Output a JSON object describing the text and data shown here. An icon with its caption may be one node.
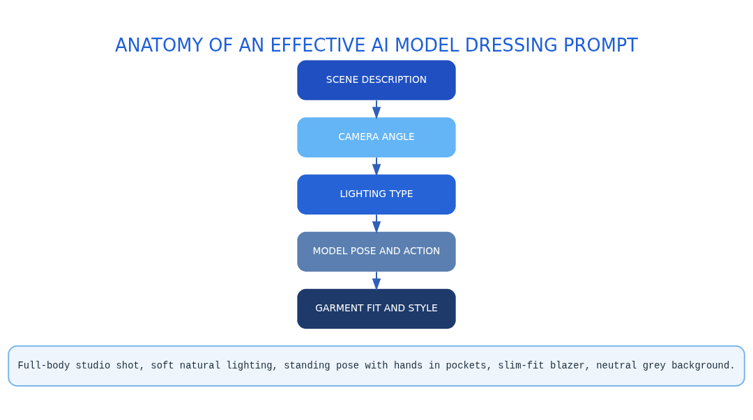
{
  "diagram": {
    "title": "ANATOMY OF AN EFFECTIVE AI MODEL DRESSING PROMPT",
    "nodes": [
      {
        "text": [
          "SCENE DESCRIPTION"
        ]
      },
      {
        "text": [
          "CAMERA ANGLE"
        ]
      },
      {
        "text": [
          "LIGHTING TYPE"
        ]
      },
      {
        "text": [
          "MODEL POSE AND ACTION"
        ]
      },
      {
        "text": [
          "GARMENT FIT AND STYLE"
        ]
      },
      {
        "text": [
          "Full-body studio shot, soft natural lighting, standing pose with hands in pockets, slim-fit blazer, neutral grey background."
        ]
      }
    ],
    "edges": [
      {
        "from": 0,
        "to": 1,
        "arrow": "to"
      },
      {
        "from": 1,
        "to": 2,
        "arrow": "to"
      },
      {
        "from": 2,
        "to": 3,
        "arrow": "to"
      },
      {
        "from": 3,
        "to": 4,
        "arrow": "to"
      }
    ]
  }
}
